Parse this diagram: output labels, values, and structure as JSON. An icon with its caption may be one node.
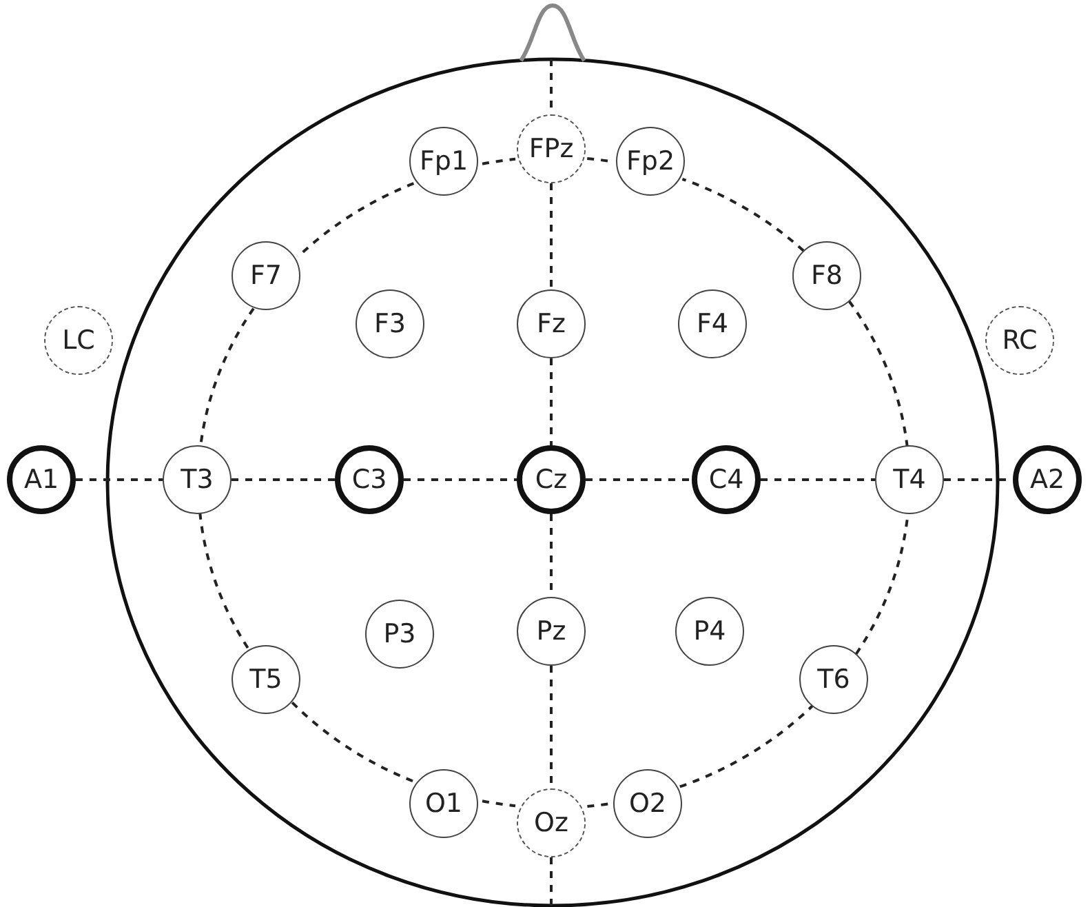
{
  "diagram": {
    "nodes": [
      {
        "text": [
          "Fp1"
        ]
      },
      {
        "text": [
          "FPz"
        ]
      },
      {
        "text": [
          "Fp2"
        ]
      },
      {
        "text": [
          "F7"
        ]
      },
      {
        "text": [
          "F8"
        ]
      },
      {
        "text": [
          "LC"
        ]
      },
      {
        "text": [
          "F3"
        ]
      },
      {
        "text": [
          "Fz"
        ]
      },
      {
        "text": [
          "F4"
        ]
      },
      {
        "text": [
          "RC"
        ]
      },
      {
        "text": [
          "A1"
        ]
      },
      {
        "text": [
          "T3"
        ]
      },
      {
        "text": [
          "C3"
        ]
      },
      {
        "text": [
          "Cz"
        ]
      },
      {
        "text": [
          "C4"
        ]
      },
      {
        "text": [
          "T4"
        ]
      },
      {
        "text": [
          "A2"
        ]
      },
      {
        "text": [
          "P3"
        ]
      },
      {
        "text": [
          "Pz"
        ]
      },
      {
        "text": [
          "P4"
        ]
      },
      {
        "text": [
          "T5"
        ]
      },
      {
        "text": [
          "T6"
        ]
      },
      {
        "text": [
          "O1"
        ]
      },
      {
        "text": [
          "Oz"
        ]
      },
      {
        "text": [
          "O2"
        ]
      }
    ],
    "edges": [
      {
        "from": 10,
        "to": 11,
        "arrow": "none",
        "style": "dashed"
      },
      {
        "from": 11,
        "to": 12,
        "arrow": "none",
        "style": "dashed"
      },
      {
        "from": 12,
        "to": 13,
        "arrow": "none",
        "style": "dashed"
      },
      {
        "from": 13,
        "to": 14,
        "arrow": "none",
        "style": "dashed"
      },
      {
        "from": 14,
        "to": 15,
        "arrow": "none",
        "style": "dashed"
      },
      {
        "from": 15,
        "to": 16,
        "arrow": "none",
        "style": "dashed"
      },
      {
        "from": null,
        "to": 1,
        "arrow": "none",
        "style": "dashed"
      },
      {
        "from": 1,
        "to": 7,
        "arrow": "none",
        "style": "dashed"
      },
      {
        "from": 7,
        "to": 13,
        "arrow": "none",
        "style": "dashed"
      },
      {
        "from": 13,
        "to": 18,
        "arrow": "none",
        "style": "dashed"
      },
      {
        "from": 18,
        "to": 23,
        "arrow": "none",
        "style": "dashed"
      },
      {
        "from": 23,
        "to": null,
        "arrow": "none",
        "style": "dashed"
      },
      {
        "from": 0,
        "to": 1,
        "arrow": "none",
        "style": "dashed"
      },
      {
        "from": 1,
        "to": 2,
        "arrow": "none",
        "style": "dashed"
      },
      {
        "from": 0,
        "to": 3,
        "arrow": "none",
        "style": "dashed"
      },
      {
        "from": 3,
        "to": 11,
        "arrow": "none",
        "style": "dashed"
      },
      {
        "from": 11,
        "to": 20,
        "arrow": "none",
        "style": "dashed"
      },
      {
        "from": 20,
        "to": 22,
        "arrow": "none",
        "style": "dashed"
      },
      {
        "from": 22,
        "to": 23,
        "arrow": "none",
        "style": "dashed"
      },
      {
        "from": 23,
        "to": 24,
        "arrow": "none",
        "style": "dashed"
      },
      {
        "from": 24,
        "to": 21,
        "arrow": "none",
        "style": "dashed"
      },
      {
        "from": 21,
        "to": 15,
        "arrow": "none",
        "style": "dashed"
      },
      {
        "from": 15,
        "to": 4,
        "arrow": "none",
        "style": "dashed"
      },
      {
        "from": 4,
        "to": 2,
        "arrow": "none",
        "style": "dashed"
      }
    ]
  }
}
